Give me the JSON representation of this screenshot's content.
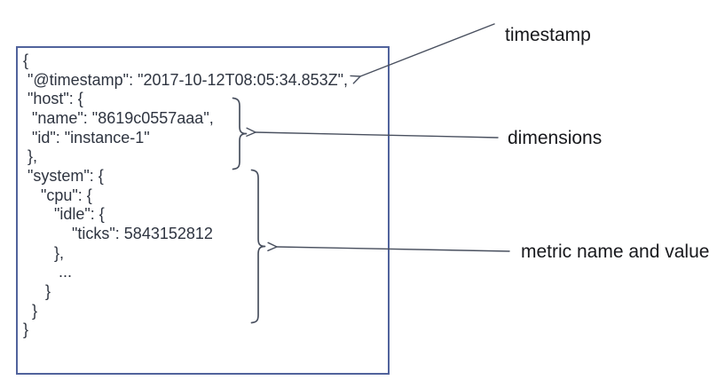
{
  "document_box": {
    "code_lines": [
      "{",
      " \"@timestamp\": \"2017-10-12T08:05:34.853Z\",",
      " \"host\": {",
      "  \"name\": \"8619c0557aaa\",",
      "  \"id\": \"instance-1\"",
      " },",
      " \"system\": {",
      "    \"cpu\": {",
      "       \"idle\": {",
      "           \"ticks\": 5843152812",
      "       },",
      "        ...",
      "     }",
      "  }",
      "}"
    ]
  },
  "annotations": {
    "timestamp": {
      "label": "timestamp"
    },
    "dimensions": {
      "label": "dimensions"
    },
    "metric": {
      "label": "metric name and value"
    }
  },
  "colors": {
    "box_border": "#51639c",
    "code_text": "#2e3440",
    "label_text": "#17181c",
    "annotation_stroke": "#49505f"
  }
}
